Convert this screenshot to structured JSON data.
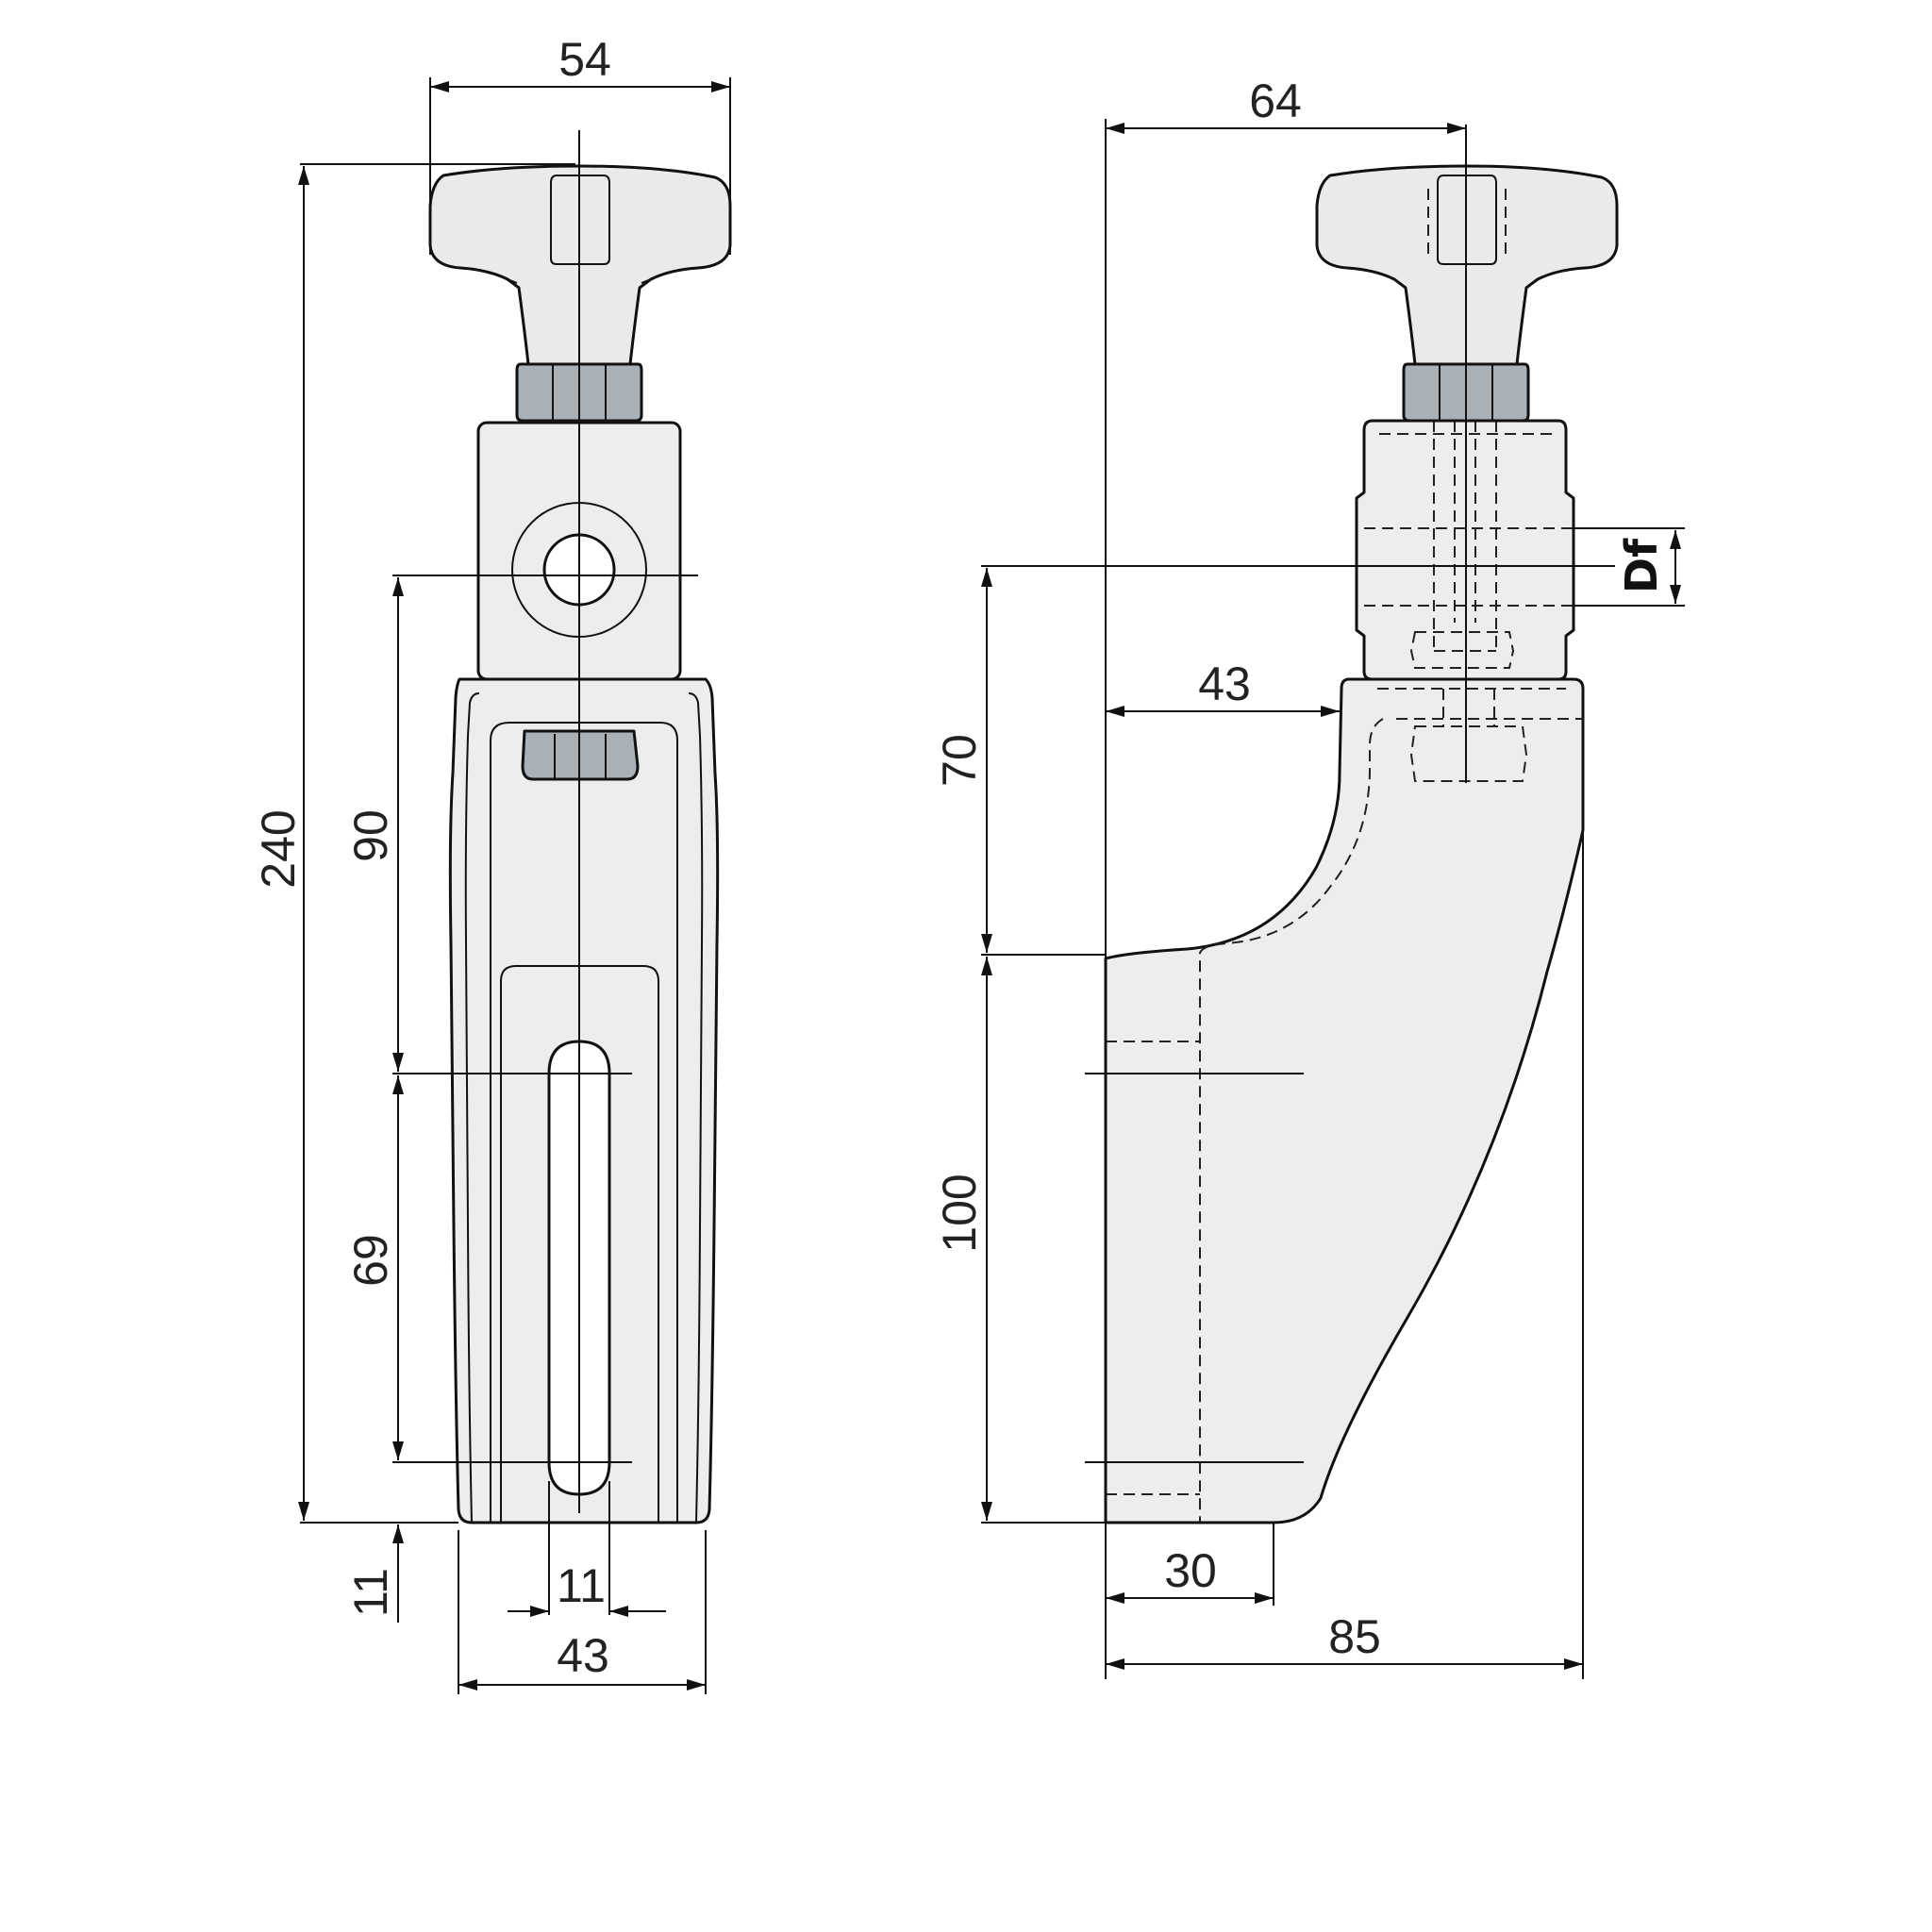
{
  "front_view": {
    "dims": {
      "width_knob": "54",
      "overall_height": "240",
      "hole_to_slot_top": "90",
      "slot_length": "69",
      "bottom_offset": "11",
      "slot_width": "11",
      "base_width": "43"
    }
  },
  "side_view": {
    "dims": {
      "knob_offset": "64",
      "arm_offset": "43",
      "upper_height": "70",
      "lower_height": "100",
      "jaw_width": "30",
      "overall_depth": "85",
      "thread_label": "Df"
    }
  },
  "colors": {
    "body": "#eceeed",
    "nut": "#a9b0b6",
    "line": "#111111"
  }
}
